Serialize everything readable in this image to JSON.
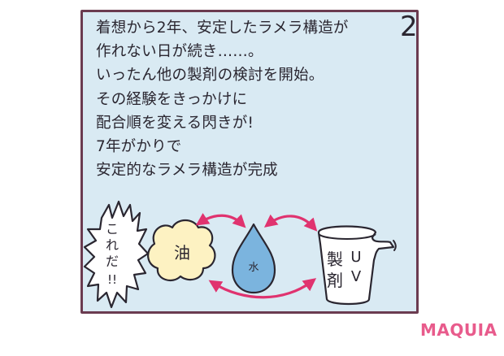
{
  "panel": {
    "number": "2",
    "lines": [
      "着想から2年、安定したラメラ構造が",
      "作れない日が続き……。",
      "いったん他の製剤の検討を開始。",
      "その経験をきっかけに",
      "配合順を変える閃きが!",
      "7年がかりで",
      "安定的なラメラ構造が完成"
    ]
  },
  "illustration": {
    "exclamation": [
      "こ",
      "れ",
      "だ",
      "!!"
    ],
    "oil_label": "油",
    "water_label": "水",
    "cup_label_left": [
      "製",
      "剤"
    ],
    "cup_label_right": [
      "U",
      "V"
    ]
  },
  "colors": {
    "panel_bg": "#d9eaf3",
    "border": "#6b3b50",
    "arrow": "#e0336f",
    "oil": "#fdf2c2",
    "water": "#7bb4de",
    "brand": "#e85b8c"
  },
  "brand": {
    "logo": "MAQUIA"
  }
}
